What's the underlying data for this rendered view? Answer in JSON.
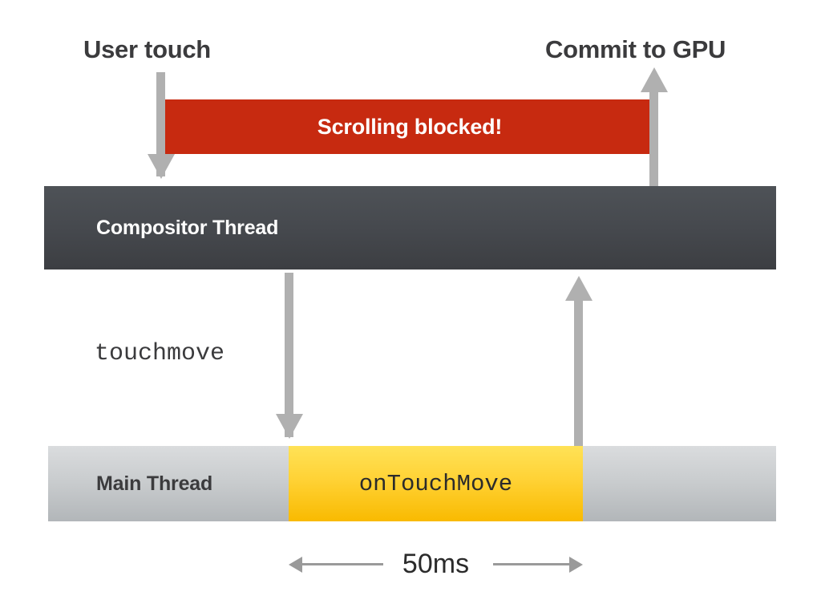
{
  "diagram": {
    "title_labels": {
      "user_touch": "User touch",
      "commit_to_gpu": "Commit to GPU"
    },
    "banner": {
      "text": "Scrolling blocked!",
      "color": "#c72a10",
      "text_color": "#ffffff"
    },
    "lanes": [
      {
        "id": "compositor-thread",
        "label": "Compositor Thread",
        "color_top": "#4e5257",
        "color_bottom": "#3c3e42",
        "label_color": "#ffffff"
      },
      {
        "id": "main-thread",
        "label": "Main Thread",
        "color_top": "#dadcde",
        "color_bottom": "#b2b6b9",
        "label_color": "#3b3b3d"
      }
    ],
    "task_block": {
      "label": "onTouchMove",
      "color_top": "#ffe257",
      "color_bottom": "#f9ba00",
      "text_color": "#2b2b2b"
    },
    "event_label": "touchmove",
    "measurement": {
      "label": "50ms",
      "value": 50,
      "unit": "ms",
      "arrow_color": "#9a9a9a"
    },
    "arrows": [
      {
        "id": "user-touch-down",
        "direction": "down",
        "color": "#b0b0b0"
      },
      {
        "id": "commit-to-gpu-up",
        "direction": "up",
        "color": "#b0b0b0"
      },
      {
        "id": "touchmove-down",
        "direction": "down",
        "color": "#b0b0b0"
      },
      {
        "id": "return-up",
        "direction": "up",
        "color": "#b0b0b0"
      }
    ]
  }
}
